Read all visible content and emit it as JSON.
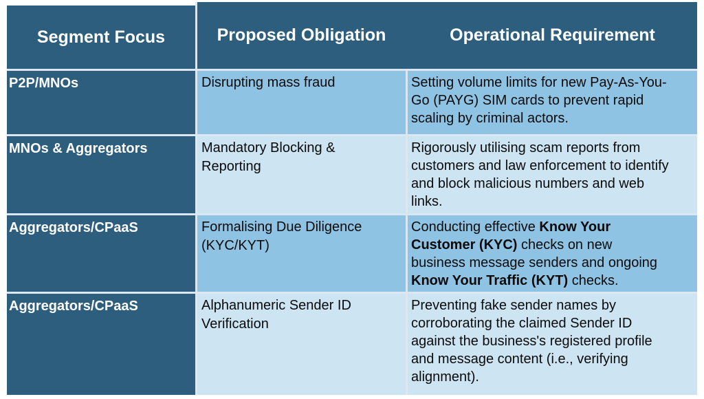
{
  "table": {
    "colors": {
      "header_bg": "#2e5e7d",
      "segment_column_bg": "#2e5e7d",
      "row_medium_bg": "#8ec3e4",
      "row_light_bg": "#cde5f3",
      "gridline": "#dce8f1",
      "header_text": "#ffffff",
      "body_text": "#0a0a0a"
    },
    "headers": [
      "Segment Focus",
      "Proposed Obligation",
      "Operational Requirement"
    ],
    "rows": [
      {
        "segment": "P2P/MNOs",
        "obligation": "Disrupting mass fraud",
        "requirement": [
          {
            "text": "Setting volume limits for new Pay-As-You-\nGo (PAYG) SIM cards to prevent rapid\nscaling by criminal actors.",
            "bold": false
          }
        ],
        "shade": "medium"
      },
      {
        "segment": "MNOs & Aggregators",
        "obligation": "Mandatory Blocking &\nReporting",
        "requirement": [
          {
            "text": "Rigorously utilising scam reports from\ncustomers and law enforcement to identify\nand block malicious numbers and web\nlinks.",
            "bold": false
          }
        ],
        "shade": "light"
      },
      {
        "segment": "Aggregators/CPaaS",
        "obligation": "Formalising Due Diligence\n(KYC/KYT)",
        "requirement": [
          {
            "text": "Conducting effective ",
            "bold": false
          },
          {
            "text": "Know Your\nCustomer (KYC)",
            "bold": true
          },
          {
            "text": " checks on new\nbusiness message senders and ongoing\n",
            "bold": false
          },
          {
            "text": "Know Your Traffic (KYT)",
            "bold": true
          },
          {
            "text": " checks.",
            "bold": false
          }
        ],
        "shade": "medium"
      },
      {
        "segment": "Aggregators/CPaaS",
        "obligation": "Alphanumeric Sender ID\nVerification",
        "requirement": [
          {
            "text": "Preventing fake sender names by\ncorroborating the claimed Sender ID\nagainst the business's registered profile\nand message content (i.e., verifying\nalignment).",
            "bold": false
          }
        ],
        "shade": "light"
      }
    ]
  }
}
